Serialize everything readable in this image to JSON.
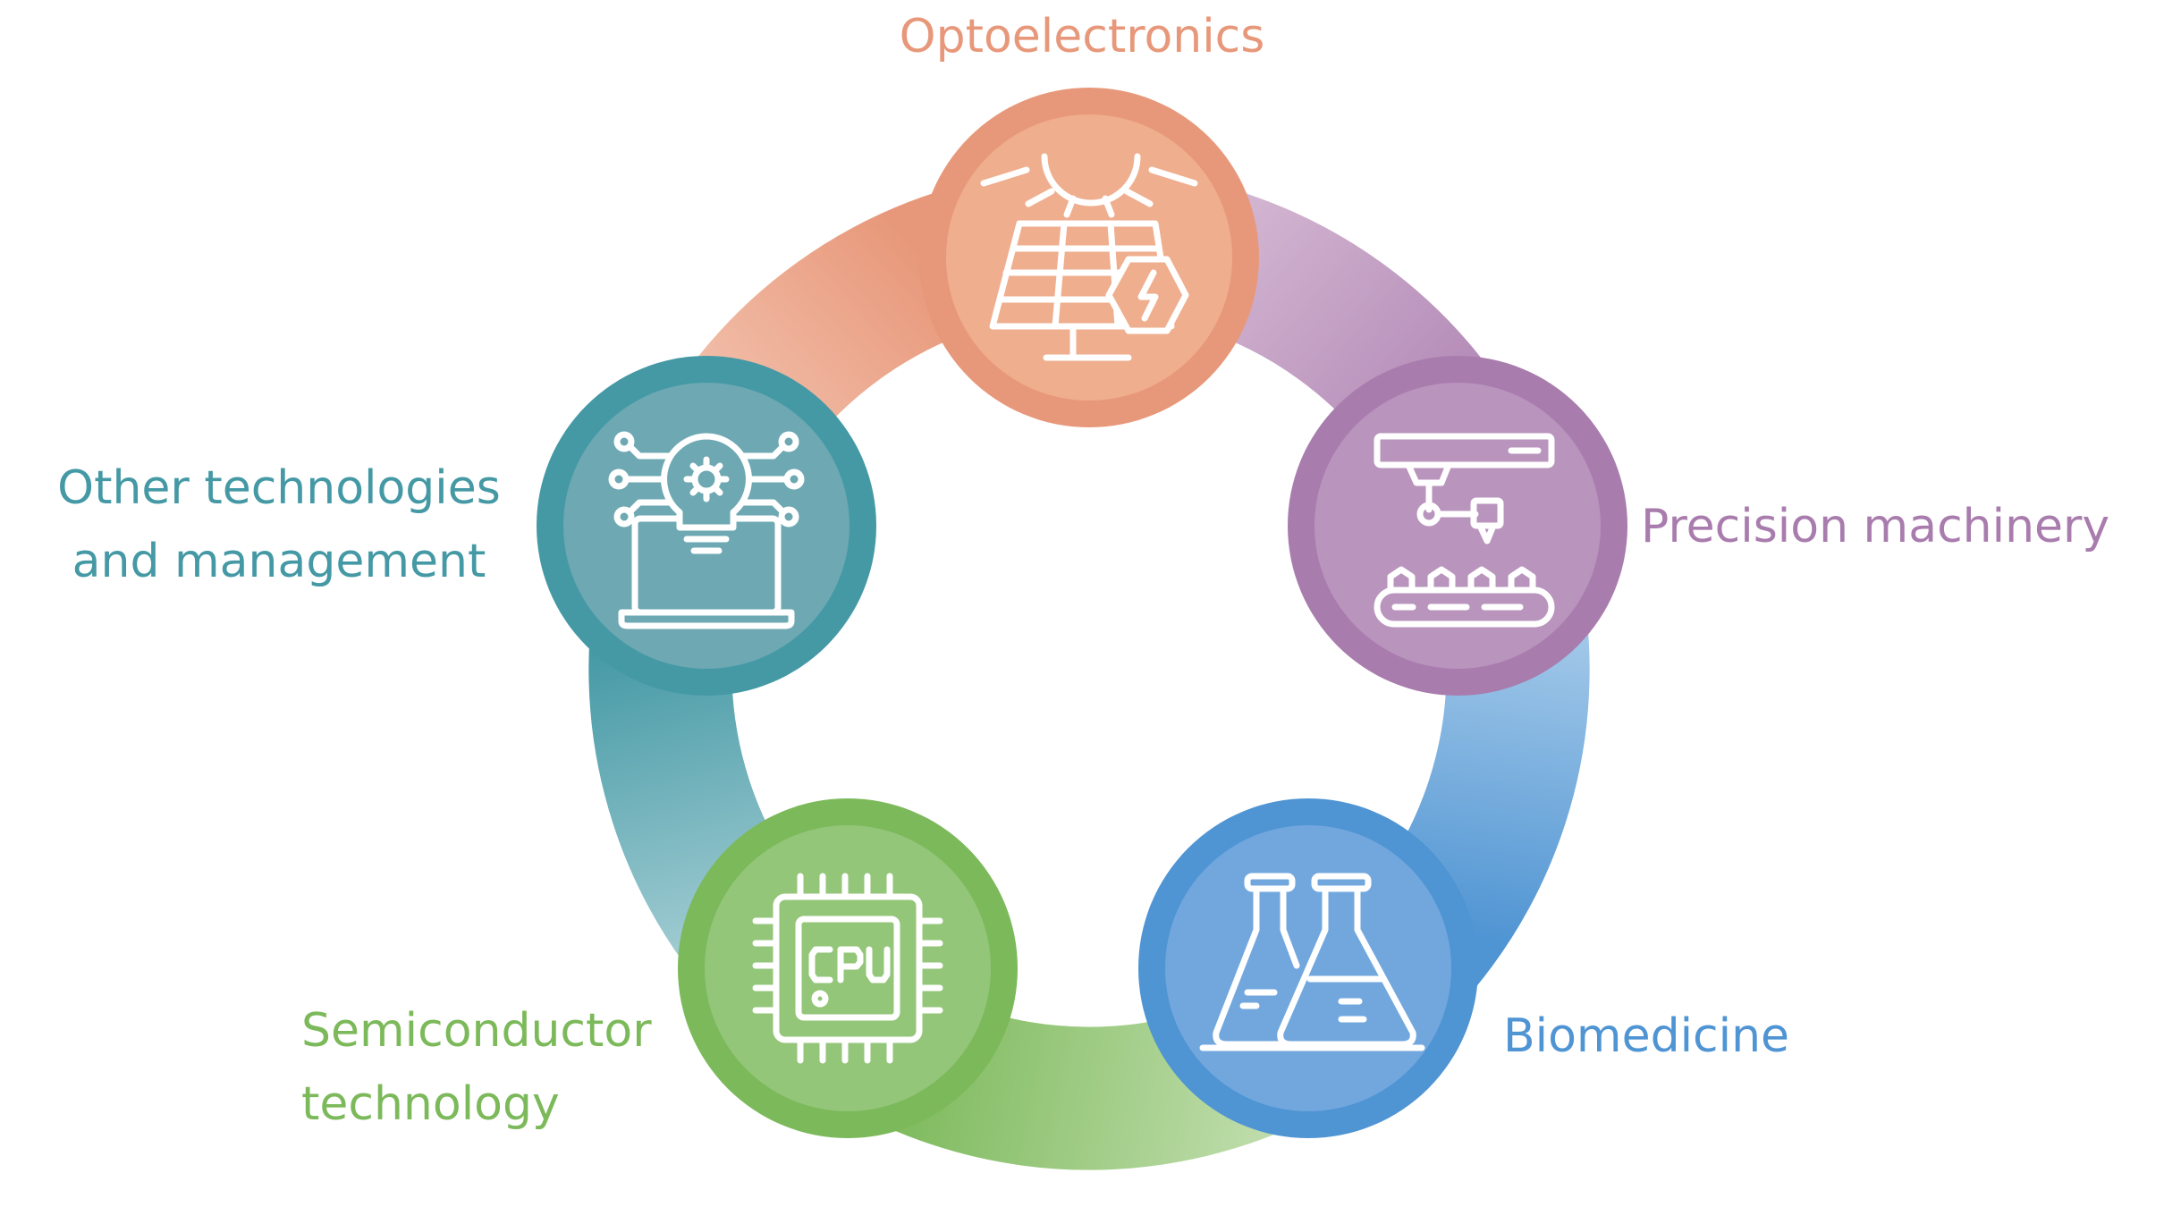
{
  "diagram": {
    "nodes": [
      {
        "id": "opto",
        "label": [
          "Optoelectronics"
        ],
        "icon": "solar-panel-icon",
        "color": "#E8987A",
        "inner": "#EFAE8E",
        "text_color": "#E8987A"
      },
      {
        "id": "prec",
        "label": [
          "Precision machinery"
        ],
        "icon": "robotic-arm-conveyor-icon",
        "color": "#A97CAE",
        "inner": "#B994BD",
        "text_color": "#A97CAE"
      },
      {
        "id": "bio",
        "label": [
          "Biomedicine"
        ],
        "icon": "lab-flasks-icon",
        "color": "#4F94D3",
        "inner": "#72A7DE",
        "text_color": "#4F94D3"
      },
      {
        "id": "semi",
        "label": [
          "Semiconductor",
          "technology"
        ],
        "icon": "cpu-chip-icon",
        "color": "#7CB95A",
        "inner": "#93C679",
        "text_color": "#7CB95A"
      },
      {
        "id": "other",
        "label": [
          "Other technologies",
          "and management"
        ],
        "icon": "lightbulb-laptop-icon",
        "color": "#4499A5",
        "inner": "#6DA8B3",
        "text_color": "#4499A5"
      }
    ]
  }
}
